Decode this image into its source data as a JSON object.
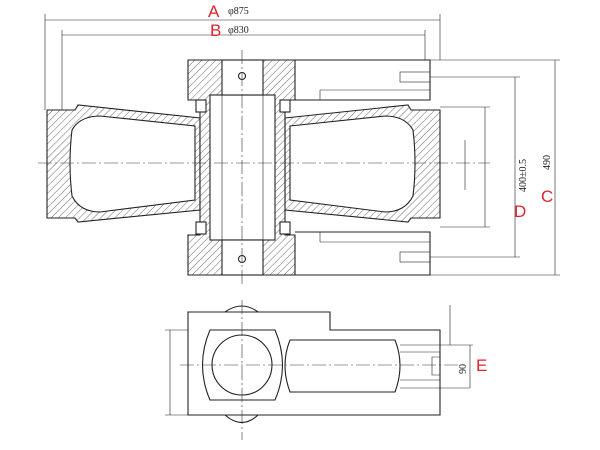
{
  "labels": {
    "a": "A",
    "b": "B",
    "c": "C",
    "d": "D",
    "e": "E"
  },
  "dimensions": {
    "a": "φ875",
    "b": "φ830",
    "c": "490",
    "d": "400±0.5",
    "e": "90"
  },
  "colors": {
    "label": "#e0242b",
    "line": "#222222"
  }
}
